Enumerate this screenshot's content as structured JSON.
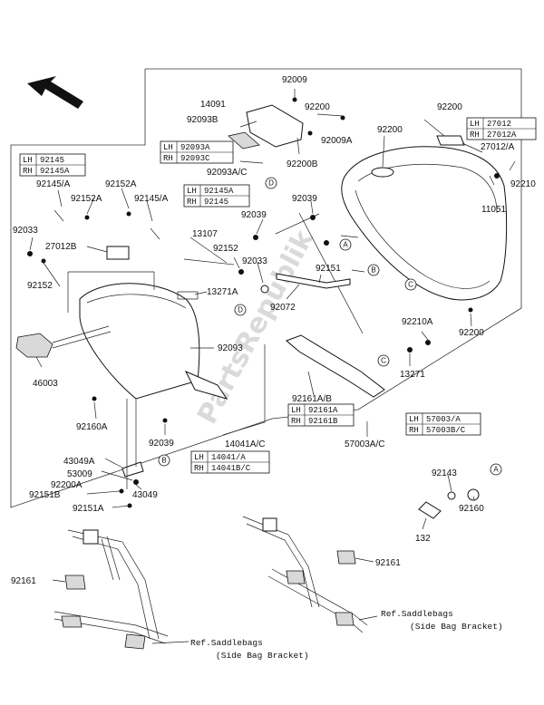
{
  "labels": {
    "p92009": "92009",
    "p14091": "14091",
    "p92093B": "92093B",
    "p92200_a": "92200",
    "p92200_b": "92200",
    "p92200_c": "92200",
    "p92200_d": "92200",
    "p92009A": "92009A",
    "p92200B": "92200B",
    "p92093AC": "92093A/C",
    "p27012A": "27012/A",
    "p92210": "92210",
    "p11051": "11051",
    "p92039_a": "92039",
    "p92039_b": "92039",
    "p92039_c": "92039",
    "p13107": "13107",
    "p92152_a": "92152",
    "p92152_b": "92152",
    "p92033_a": "92033",
    "p92033_b": "92033",
    "p92151": "92151",
    "p13271A": "13271A",
    "p92072": "92072",
    "p92210A": "92210A",
    "p13271": "13271",
    "p92093": "92093",
    "p92161AB": "92161A/B",
    "p14041AC": "14041A/C",
    "p57003AC": "57003A/C",
    "p92145A": "92145/A",
    "p92145A_2": "92145/A",
    "p92152A_a": "92152A",
    "p92152A_b": "92152A",
    "p27012B": "27012B",
    "p46003": "46003",
    "p92160A": "92160A",
    "p43049A": "43049A",
    "p53009": "53009",
    "p92200A": "92200A",
    "p92151B": "92151B",
    "p43049": "43049",
    "p92151A": "92151A",
    "p92143": "92143",
    "p92160": "92160",
    "p132": "132",
    "p92161_a": "92161",
    "p92161_b": "92161"
  },
  "tables": {
    "t92093": {
      "lh_key": "LH",
      "lh_val": "92093A",
      "rh_key": "RH",
      "rh_val": "92093C"
    },
    "t92145": {
      "lh_key": "LH",
      "lh_val": "92145",
      "rh_key": "RH",
      "rh_val": "92145A"
    },
    "t92145A": {
      "lh_key": "LH",
      "lh_val": "92145A",
      "rh_key": "RH",
      "rh_val": "92145"
    },
    "t27012": {
      "lh_key": "LH",
      "lh_val": "27012",
      "rh_key": "RH",
      "rh_val": "27012A"
    },
    "t92161": {
      "lh_key": "LH",
      "lh_val": "92161A",
      "rh_key": "RH",
      "rh_val": "92161B"
    },
    "t57003": {
      "lh_key": "LH",
      "lh_val": "57003/A",
      "rh_key": "RH",
      "rh_val": "57003B/C"
    },
    "t14041": {
      "lh_key": "LH",
      "lh_val": "14041/A",
      "rh_key": "RH",
      "rh_val": "14041B/C"
    }
  },
  "callouts": {
    "A": "A",
    "B": "B",
    "C": "C",
    "D": "D"
  },
  "refs": {
    "ref_right_1": "Ref.Saddlebags",
    "ref_right_2": "(Side Bag Bracket)",
    "ref_left_1": "Ref.Saddlebags",
    "ref_left_2": "(Side Bag Bracket)"
  },
  "watermark": "PartsRepublik"
}
